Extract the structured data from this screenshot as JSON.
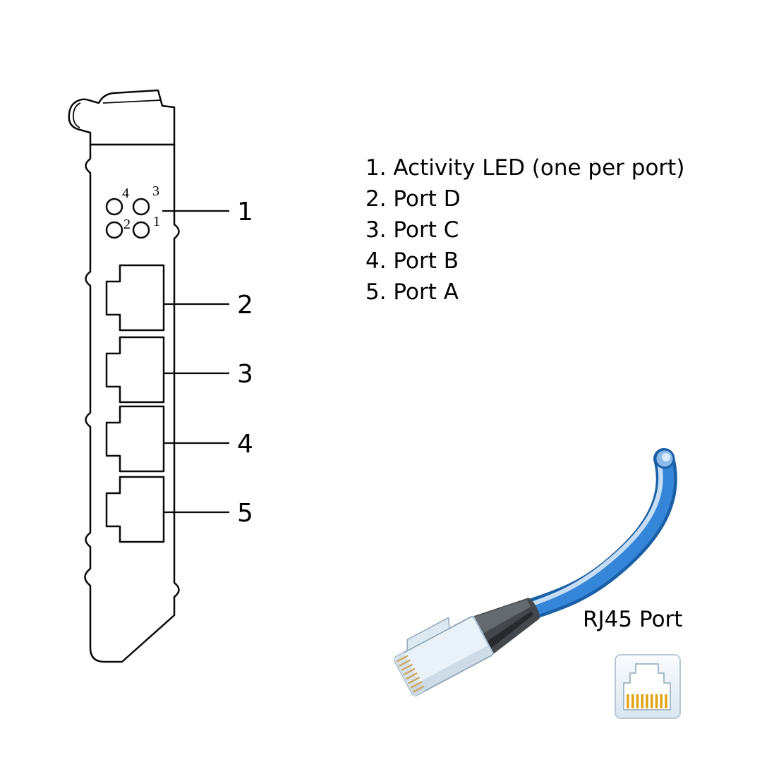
{
  "legend": {
    "items": [
      "1. Activity LED (one per port)",
      "2. Port D",
      "3. Port C",
      "4. Port B",
      "5. Port A"
    ]
  },
  "callouts": {
    "led": "1",
    "port_d": "2",
    "port_c": "3",
    "port_b": "4",
    "port_a": "5"
  },
  "led_labels": {
    "top_left": "4",
    "top_right": "3",
    "bottom_left": "2",
    "bottom_right": "1"
  },
  "rj45": {
    "label": "RJ45 Port"
  },
  "colors": {
    "cable_blue": "#3585d8",
    "cable_outline": "#1b5fa6",
    "cable_highlight": "#cfe3f7",
    "boot_gray": "#44484c",
    "pin_gold": "#dfa312",
    "line_black": "#0a0a0a"
  }
}
